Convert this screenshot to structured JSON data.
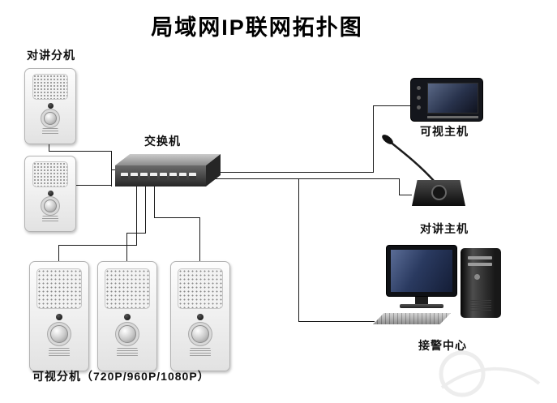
{
  "title": "局域网IP联网拓扑图",
  "diagram_type": "topology",
  "nodes": {
    "intercom_extension": {
      "label": "对讲分机"
    },
    "switch": {
      "label": "交换机"
    },
    "video_master": {
      "label": "可视主机"
    },
    "intercom_master": {
      "label": "对讲主机"
    },
    "alarm_center": {
      "label": "接警中心"
    },
    "video_extension": {
      "label": "可视分机（720P/960P/1080P）"
    }
  },
  "colors": {
    "background": "#ffffff",
    "line": "#1a1a1a",
    "label": "#111111"
  }
}
